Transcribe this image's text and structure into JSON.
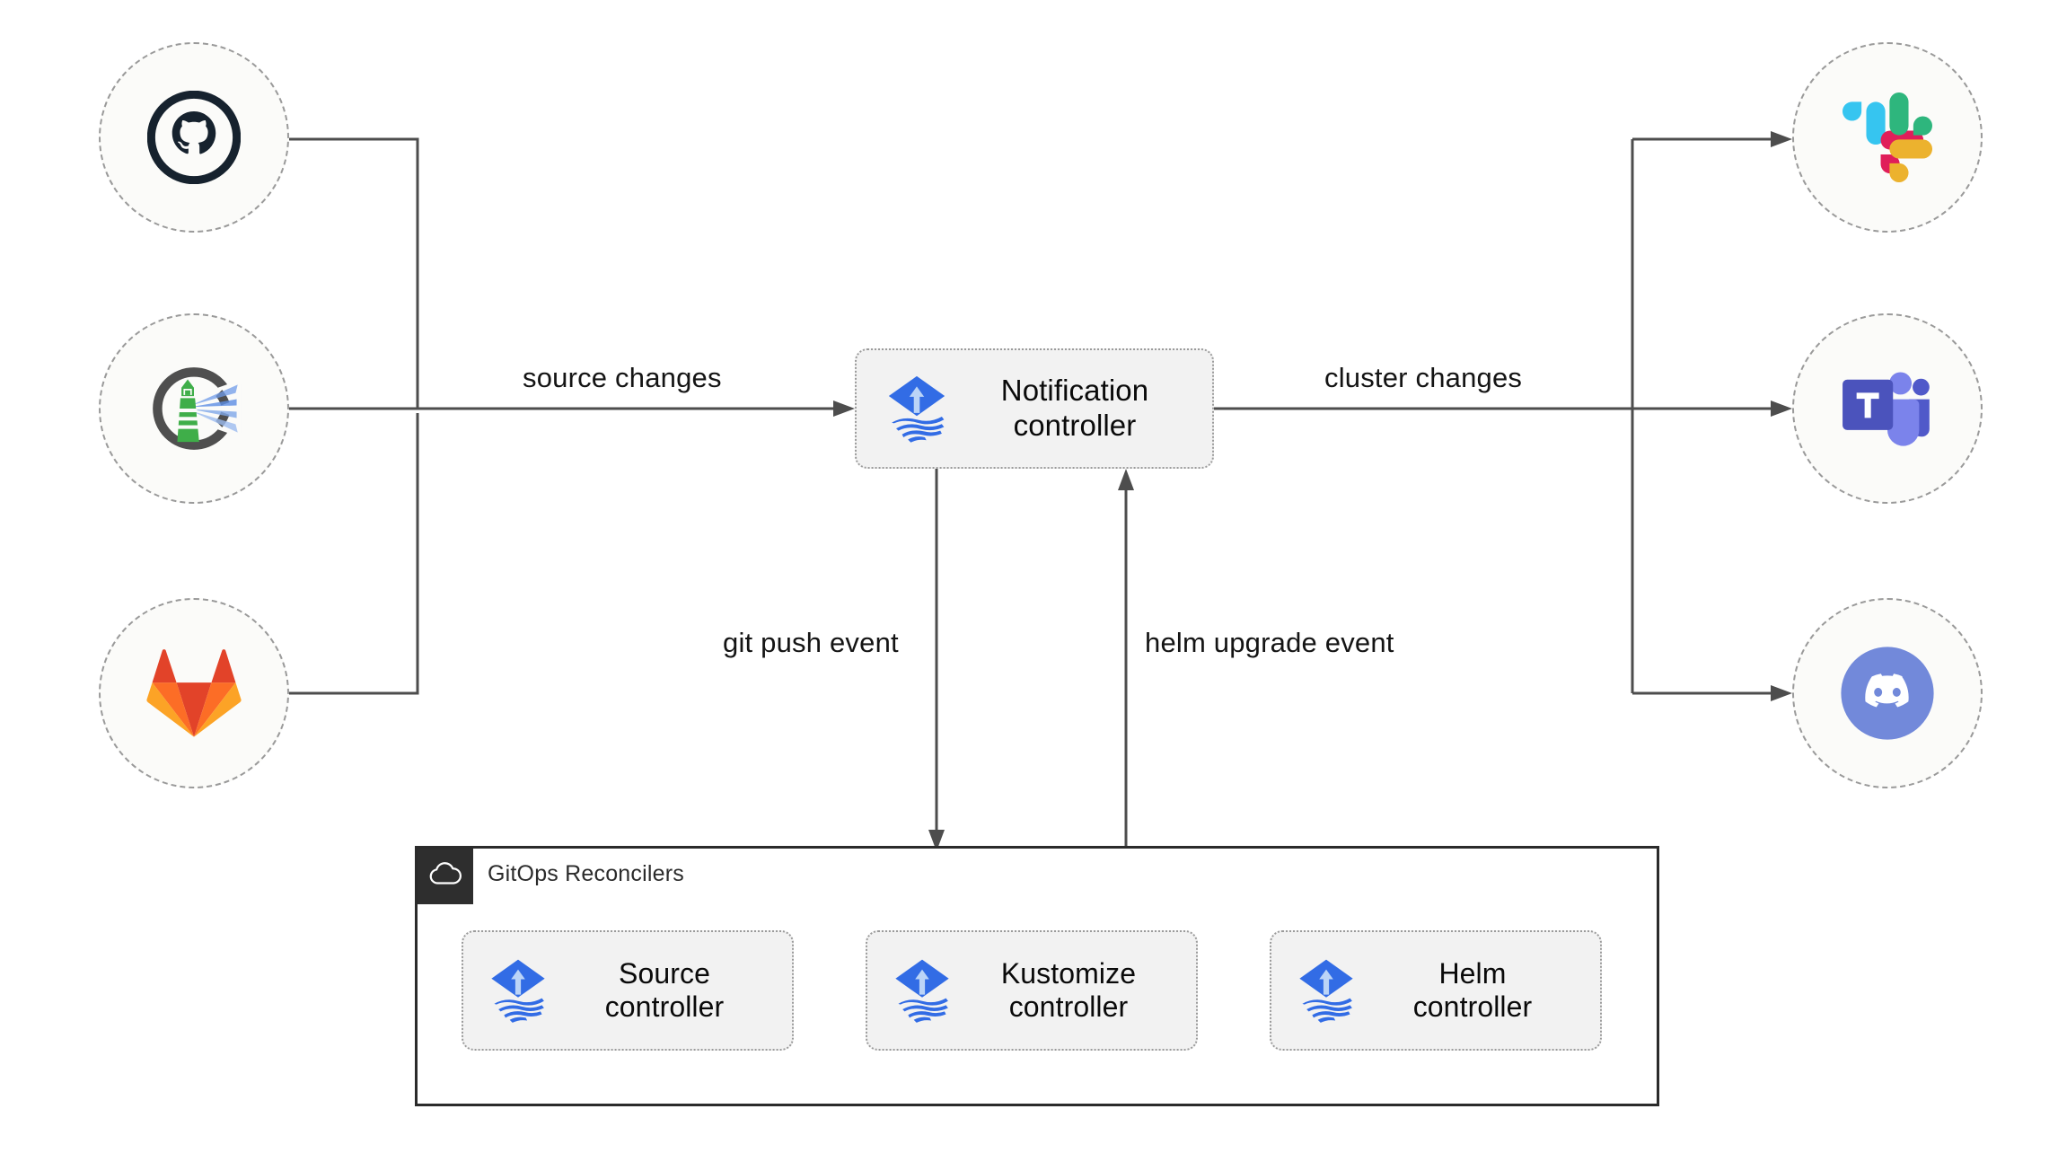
{
  "diagram": {
    "title": "Flux GitOps notification architecture",
    "background": "#ffffff",
    "line_color": "#4d4d4d"
  },
  "sources": [
    {
      "id": "github",
      "name": "GitHub",
      "icon": "github-icon",
      "color": "#16222E"
    },
    {
      "id": "flux",
      "name": "Flux",
      "icon": "flux-lighthouse-icon",
      "color": "#4F4F4F"
    },
    {
      "id": "gitlab",
      "name": "GitLab",
      "icon": "gitlab-icon",
      "color": "#E24329"
    }
  ],
  "destinations": [
    {
      "id": "slack",
      "name": "Slack",
      "icon": "slack-icon",
      "color": "#36C5F0"
    },
    {
      "id": "teams",
      "name": "Microsoft Teams",
      "icon": "ms-teams-icon",
      "color": "#5059C9"
    },
    {
      "id": "discord",
      "name": "Discord",
      "icon": "discord-icon",
      "color": "#7289DA"
    }
  ],
  "notification_controller": {
    "label": "Notification\ncontroller",
    "line1": "Notification",
    "line2": "controller",
    "icon": "flux-controller-icon"
  },
  "reconcilers": {
    "title": "GitOps Reconcilers",
    "icon": "cloud-icon",
    "controllers": [
      {
        "id": "source",
        "line1": "Source",
        "line2": "controller",
        "icon": "flux-controller-icon"
      },
      {
        "id": "kustomize",
        "line1": "Kustomize",
        "line2": "controller",
        "icon": "flux-controller-icon"
      },
      {
        "id": "helm",
        "line1": "Helm",
        "line2": "controller",
        "icon": "flux-controller-icon"
      }
    ]
  },
  "edges": {
    "source_changes": "source changes",
    "cluster_changes": "cluster changes",
    "git_push_event": "git push event",
    "helm_upgrade_event": "helm upgrade event"
  },
  "colors": {
    "flux_blue": "#326CE5",
    "flux_light": "#BBD4F7",
    "github_dark": "#16222E",
    "gitlab_red": "#E24329",
    "gitlab_orange": "#FC6D26",
    "gitlab_amber": "#FCA326",
    "slack_cyan": "#36C5F0",
    "slack_green": "#2EB67D",
    "slack_red": "#E01E5A",
    "slack_yellow": "#ECB22E",
    "teams_purple": "#5059C9",
    "teams_light": "#7B83EB",
    "discord_blurple": "#7289DA",
    "node_fill": "#fbfbf9",
    "box_fill": "#f2f2f2",
    "dash_gray": "#9a9a9a",
    "container_dark": "#2e2e2e"
  }
}
